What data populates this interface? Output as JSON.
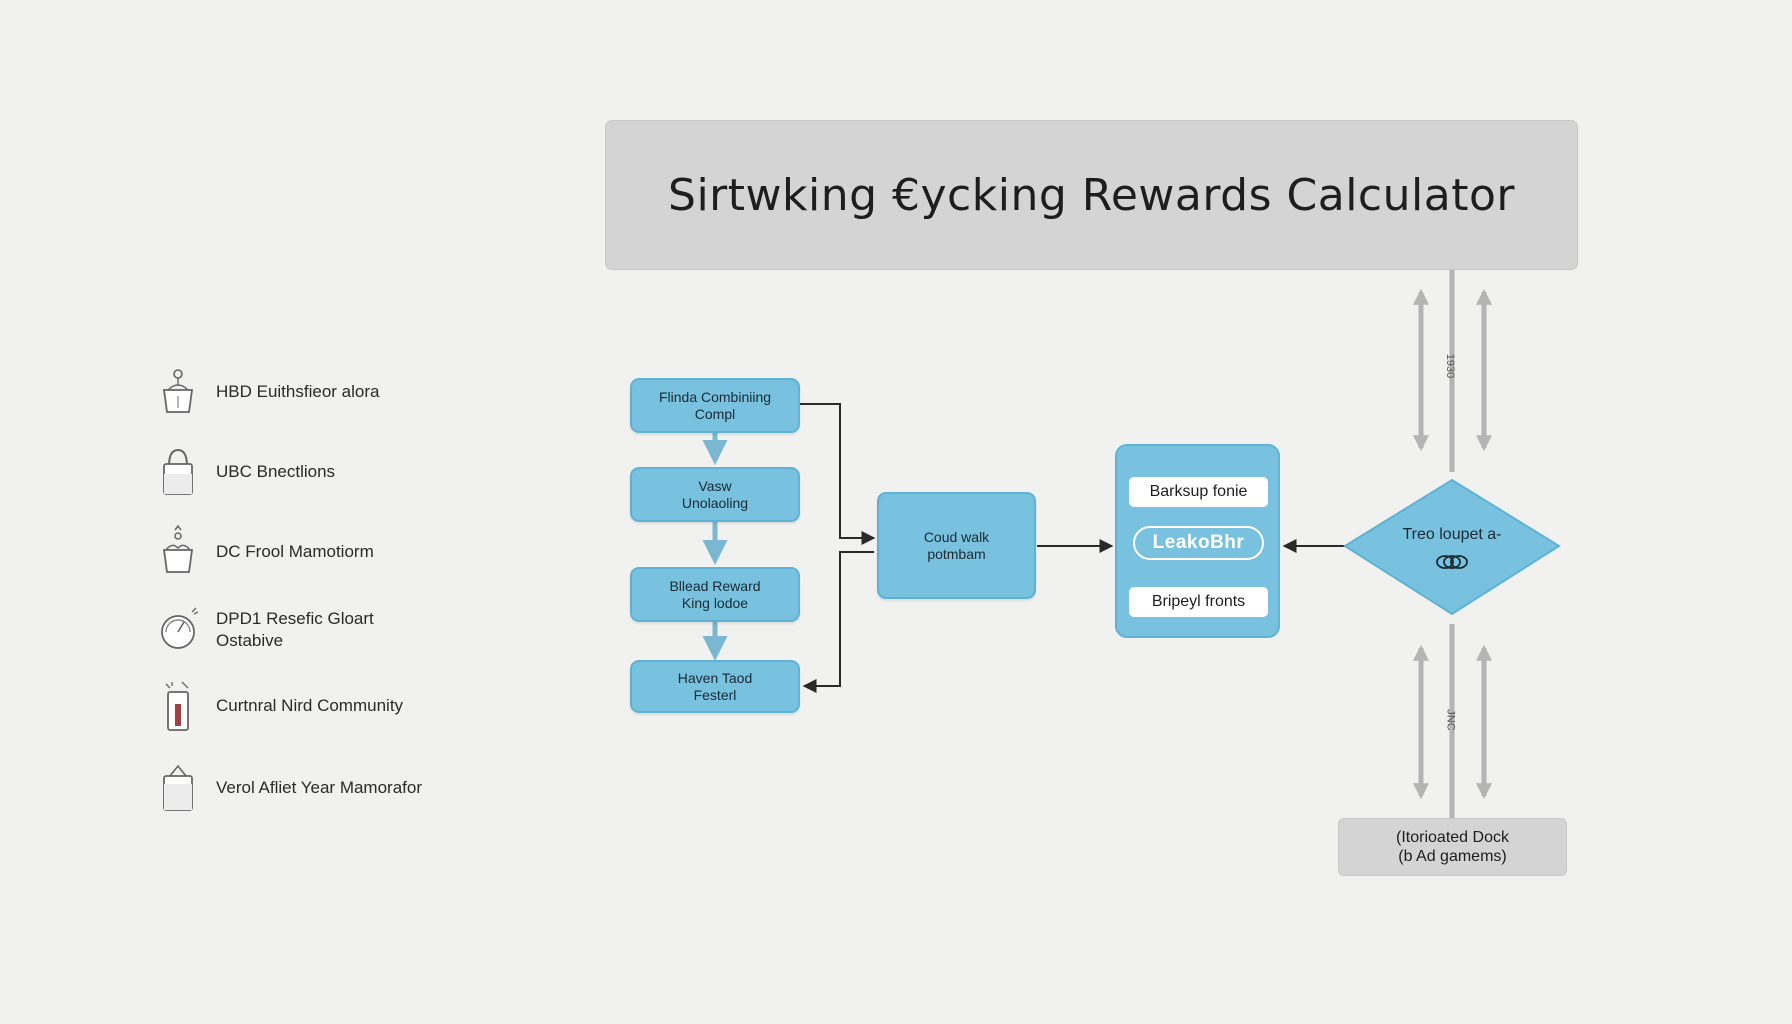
{
  "title": "Sirtwking €ycking Rewards Calculator",
  "legend": [
    {
      "icon": "basket-icon",
      "label": "HBD Euithsfieor alora"
    },
    {
      "icon": "bag-icon",
      "label": "UBC Bnectlions"
    },
    {
      "icon": "basket-icon",
      "label": "DC Frool Mamotiorm"
    },
    {
      "icon": "gauge-icon",
      "label": "DPD1 Resefic Gloart Ostabive"
    },
    {
      "icon": "jar-icon",
      "label": "Curtnral Nird Community"
    },
    {
      "icon": "box-icon",
      "label": "Verol Afliet Year Mamorafor"
    }
  ],
  "flow": {
    "step1": "Flinda Combiniing Compl",
    "step2": "Vasw Unolaoling",
    "step3": "Bllead Reward King lodoe",
    "step4": "Haven Taod Festerl",
    "central": "Coud walk potmbam",
    "group": {
      "chip_top": "Barksup fonie",
      "badge": "LeakoBhr",
      "chip_bottom": "Bripeyl fronts"
    },
    "decision": "Treo loupet a-",
    "upper_axis_label": "1930",
    "lower_axis_label": "JNC",
    "bottom_box": [
      "(Itorioated Dock",
      "(b Ad gamems)"
    ]
  },
  "colors": {
    "box_fill": "#78c2df",
    "box_border": "#5eb2d4",
    "panel_gray": "#d4d4d4",
    "arrow_gray": "#b4b4b4"
  }
}
